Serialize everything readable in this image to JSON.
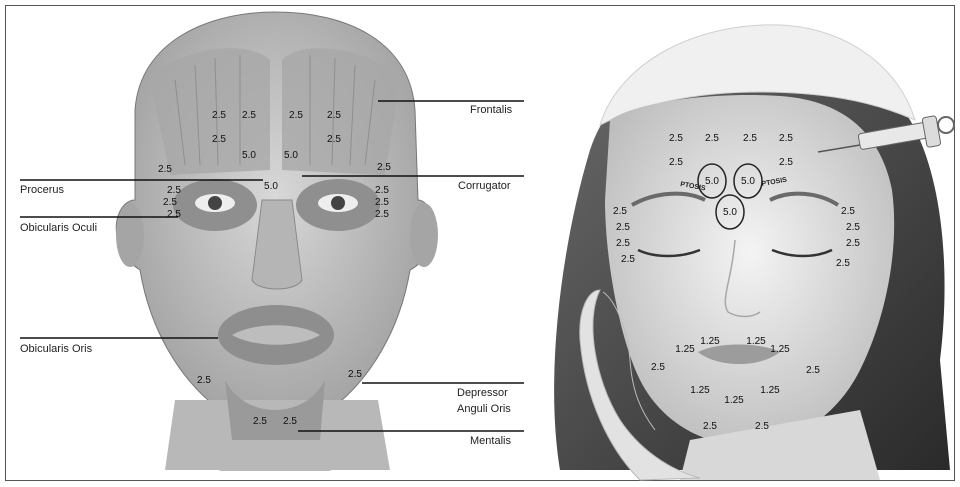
{
  "muscle_labels": {
    "frontalis": "Frontalis",
    "procerus": "Procerus",
    "corrugator": "Corrugator",
    "orbicularis_oculi": "Obicularis Oculi",
    "orbicularis_oris": "Obicularis Oris",
    "depressor_line1": "Depressor",
    "depressor_line2": "Anguli Oris",
    "mentalis": "Mentalis"
  },
  "left_doses": [
    "2.5",
    "2.5",
    "2.5",
    "2.5",
    "2.5",
    "2.5",
    "5.0",
    "5.0",
    "2.5",
    "2.5",
    "5.0",
    "2.5",
    "2.5",
    "2.5",
    "2.5",
    "2.5",
    "2.5",
    "2.5",
    "2.5",
    "2.5",
    "2.5"
  ],
  "right_doses": [
    "2.5",
    "2.5",
    "2.5",
    "2.5",
    "2.5",
    "2.5",
    "5.0",
    "5.0",
    "5.0",
    "2.5",
    "2.5",
    "2.5",
    "2.5",
    "2.5",
    "2.5",
    "2.5",
    "2.5",
    "1.25",
    "1.25",
    "1.25",
    "1.25",
    "2.5",
    "2.5",
    "1.25",
    "1.25",
    "1.25",
    "2.5",
    "2.5"
  ],
  "ptosis_labels": [
    "PTOSIS",
    "PTOSIS"
  ]
}
